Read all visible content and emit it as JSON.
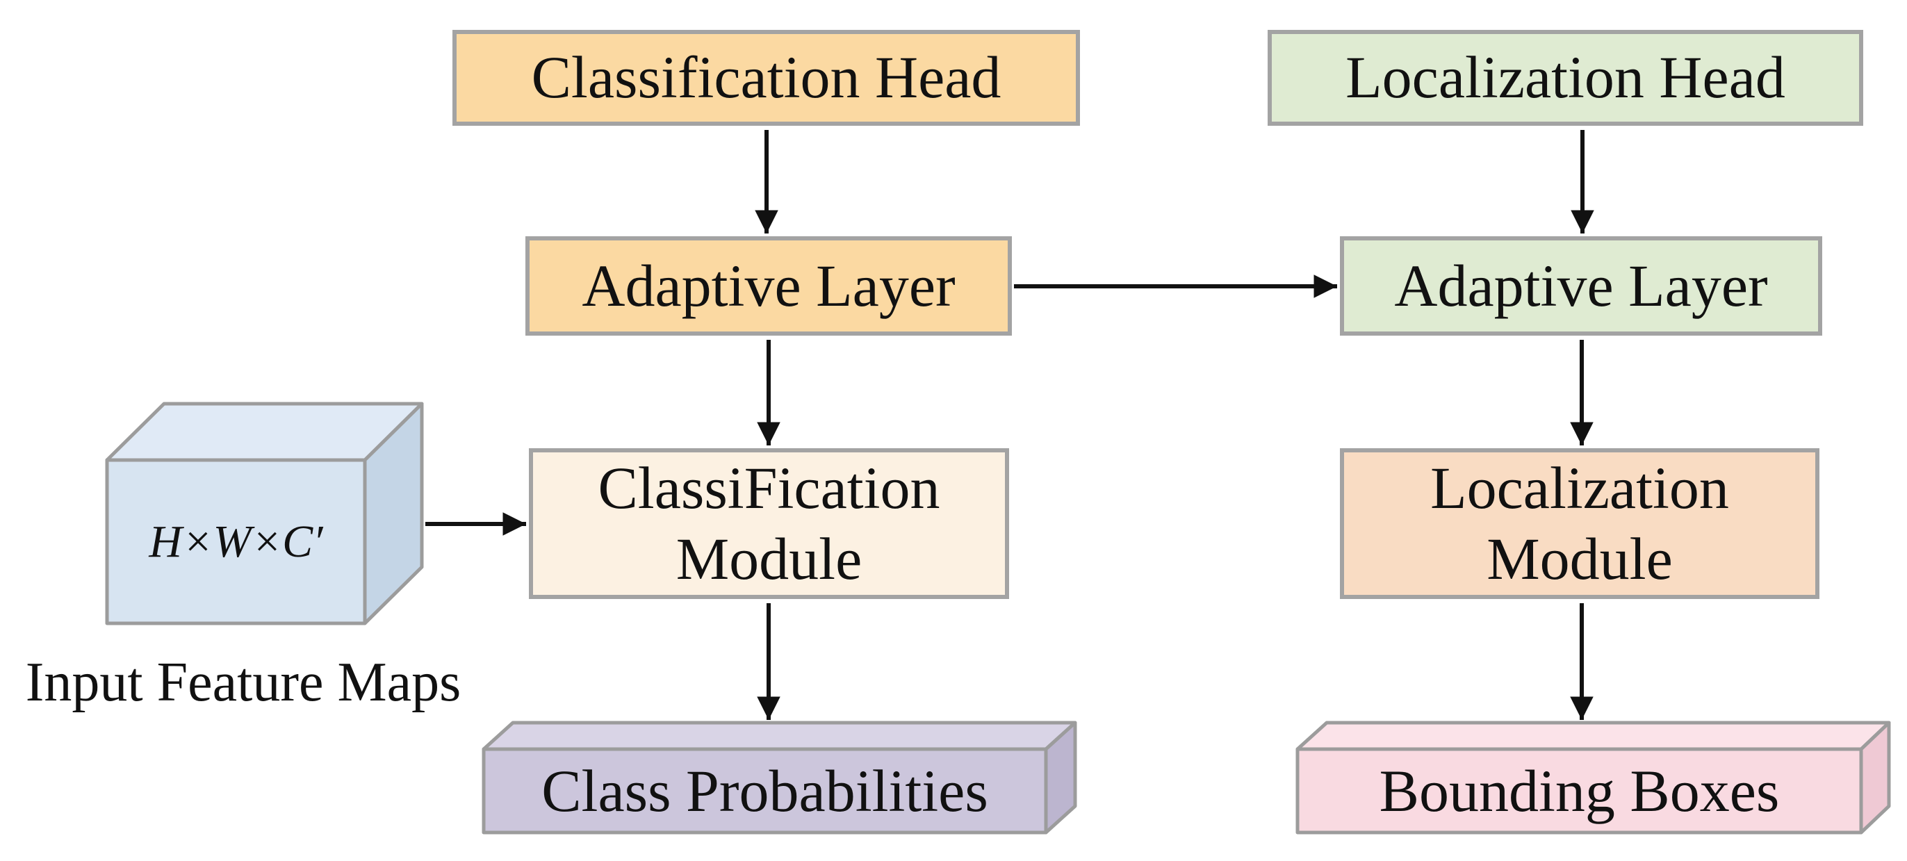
{
  "diagram": {
    "description": "Decoupled detection head architecture diagram",
    "nodes": {
      "classification_head": {
        "label": "Classification Head",
        "fill": "#FBD9A2"
      },
      "localization_head": {
        "label": "Localization Head",
        "fill": "#DFEBD2"
      },
      "adaptive_layer_left": {
        "label": "Adaptive Layer",
        "fill": "#FBD9A2"
      },
      "adaptive_layer_right": {
        "label": "Adaptive Layer",
        "fill": "#DFEBD2"
      },
      "classification_module": {
        "label": "ClassiFication\nModule",
        "fill": "#FCF1E2"
      },
      "localization_module": {
        "label": "Localization\nModule",
        "fill": "#F9DCC3"
      },
      "class_probabilities": {
        "label": "Class Probabilities",
        "fill_front": "#CCC6DC",
        "fill_top": "#D9D4E6",
        "fill_side": "#BCB5CF"
      },
      "bounding_boxes": {
        "label": "Bounding Boxes",
        "fill_front": "#F9DAE1",
        "fill_top": "#FBE3E9",
        "fill_side": "#EFC9D4"
      },
      "input_feature_maps": {
        "cube_label": "H×W×C′",
        "caption": "Input Feature Maps",
        "fill_front": "#D7E4F1",
        "fill_top": "#E0EAF6",
        "fill_side": "#C4D5E6"
      }
    },
    "edges": [
      "classification_head -> adaptive_layer_left",
      "localization_head -> adaptive_layer_right",
      "adaptive_layer_left -> adaptive_layer_right",
      "adaptive_layer_left -> classification_module",
      "adaptive_layer_right -> localization_module",
      "input_feature_maps -> classification_module",
      "classification_module -> class_probabilities",
      "localization_module -> bounding_boxes"
    ],
    "colors": {
      "background": "#FFFFFF",
      "box_border": "#A3A3A3",
      "shape_stroke": "#9C9C9C",
      "arrow": "#111111",
      "text": "#111111"
    }
  }
}
